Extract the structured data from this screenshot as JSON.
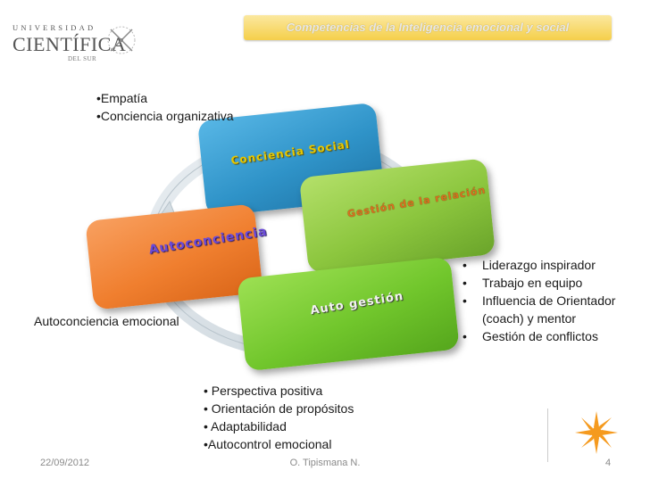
{
  "logo": {
    "line1": "UNIVERSIDAD",
    "line2": "CIENTÍFICA",
    "line3": "DEL SUR"
  },
  "header": {
    "title": "Competencias de la Inteligencia emocional y social"
  },
  "diagram": {
    "tiles": {
      "social": "Conciencia Social",
      "relacion": "Gestión de la relación",
      "autoconciencia": "Autoconciencia",
      "autogestion": "Auto gestión"
    }
  },
  "social_items": [
    "•Empatía",
    "•Conciencia organizativa"
  ],
  "autoconciencia_label": "Autoconciencia emocional",
  "autogestion_items": [
    "• Perspectiva positiva",
    "• Orientación de propósitos",
    "• Adaptabilidad",
    "•Autocontrol emocional"
  ],
  "relacion_items": [
    {
      "bullet": "•",
      "text": "Liderazgo inspirador"
    },
    {
      "bullet": "•",
      "text": " Trabajo en equipo"
    },
    {
      "bullet": "•",
      "text": "Influencia de Orientador (coach) y mentor"
    },
    {
      "bullet": "•",
      "text": " Gestión de conflictos"
    }
  ],
  "footer": {
    "date": "22/09/2012",
    "author": "O. Tipismana N.",
    "page": "4"
  },
  "colors": {
    "banner": "#f5cf4a",
    "social_tile": "#2f93c8",
    "relacion_tile": "#8cc63e",
    "autoconciencia_tile": "#f07f2f",
    "autogestion_tile": "#71c62c",
    "sun": "#f59a1e"
  },
  "icons": [
    "logo-compass-mark",
    "sun-icon",
    "cycle-arrow"
  ]
}
